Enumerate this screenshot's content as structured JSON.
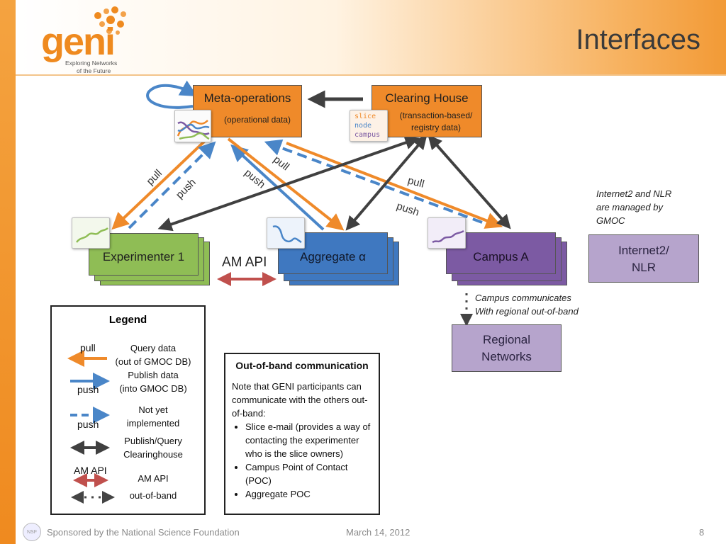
{
  "header": {
    "logo": "geni",
    "logo_tagline_1": "Exploring Networks",
    "logo_tagline_2": "of the Future",
    "title": "Interfaces"
  },
  "diagram": {
    "meta_operations": {
      "title": "Meta-operations",
      "subtitle": "(operational data)"
    },
    "clearing_house": {
      "title": "Clearing House",
      "subtitle_1": "(transaction-based/",
      "subtitle_2": "registry data)",
      "registry_items": [
        "slice",
        "node",
        "campus"
      ]
    },
    "experimenter": "Experimenter 1",
    "aggregate": "Aggregate α",
    "campus": "Campus A",
    "internet2": {
      "line1": "Internet2/",
      "line2": "NLR"
    },
    "regional": {
      "line1": "Regional",
      "line2": "Networks"
    },
    "am_api_label": "AM API",
    "arrow_labels": {
      "pull": "pull",
      "push": "push"
    },
    "note_internet2": [
      "Internet2 and NLR",
      "are managed by",
      "GMOC"
    ],
    "note_campus": [
      "Campus communicates",
      "With regional out-of-band"
    ]
  },
  "legend": {
    "title": "Legend",
    "entries": [
      {
        "word": "pull",
        "desc_1": "Query data",
        "desc_2": "(out of GMOC DB)",
        "color": "#ef8a2a"
      },
      {
        "word": "push",
        "desc_1": "Publish data",
        "desc_2": "(into GMOC DB)",
        "color": "#4a86c8"
      },
      {
        "word": "push",
        "desc_1": "Not yet",
        "desc_2": "implemented",
        "color": "#4a86c8"
      },
      {
        "word": "",
        "desc_1": "Publish/Query",
        "desc_2": "Clearinghouse",
        "color": "#404040"
      },
      {
        "word": "AM API",
        "desc_1": "AM API",
        "desc_2": "",
        "color": "#c0504d"
      },
      {
        "word": "",
        "desc_1": "out-of-band",
        "desc_2": "",
        "color": "#404040"
      }
    ]
  },
  "oob": {
    "title": "Out-of-band communication",
    "intro": "Note that GENI participants can communicate with the others out-of-band:",
    "bullets": [
      "Slice e-mail (provides a way of contacting the experimenter who is the slice owners)",
      "Campus Point of Contact (POC)",
      "Aggregate POC"
    ]
  },
  "footer": {
    "sponsor": "Sponsored by the National Science Foundation",
    "date": "March 14, 2012",
    "page": "8"
  },
  "colors": {
    "accent_orange": "#ef8a2a",
    "push_blue": "#4a86c8",
    "clearinghouse_gray": "#404040",
    "am_api_red": "#c0504d",
    "experimenter_green": "#8fbd55",
    "aggregate_blue": "#3f78c0",
    "campus_purple": "#7c5aa3",
    "network_lilac": "#b6a4cc"
  }
}
